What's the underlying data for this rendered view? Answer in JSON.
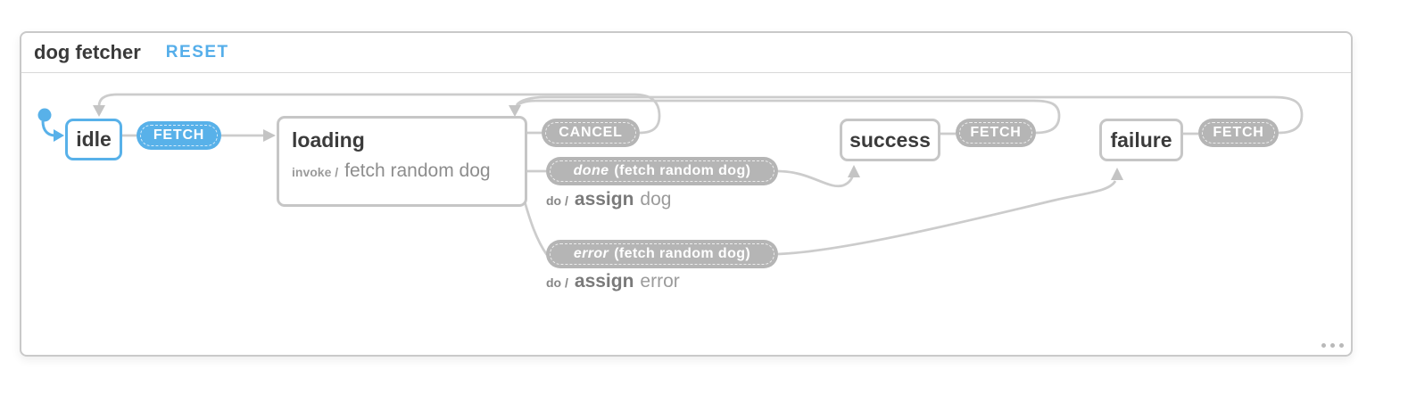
{
  "header": {
    "title": "dog fetcher",
    "reset_label": "RESET"
  },
  "states": {
    "idle": {
      "label": "idle",
      "active": true
    },
    "loading": {
      "label": "loading",
      "invoke_prefix": "invoke /",
      "invoke_service": "fetch random dog"
    },
    "success": {
      "label": "success"
    },
    "failure": {
      "label": "failure"
    }
  },
  "events": {
    "fetch_from_idle": {
      "label": "FETCH",
      "active": true
    },
    "cancel": {
      "label": "CANCEL"
    },
    "done": {
      "name": "done",
      "source": "(fetch random dog)"
    },
    "error": {
      "name": "error",
      "source": "(fetch random dog)"
    },
    "fetch_from_success": {
      "label": "FETCH"
    },
    "fetch_from_failure": {
      "label": "FETCH"
    }
  },
  "actions": {
    "done": {
      "prefix": "do /",
      "verb": "assign",
      "target": "dog"
    },
    "error": {
      "prefix": "do /",
      "verb": "assign",
      "target": "error"
    }
  },
  "colors": {
    "active_blue": "#58b1e9",
    "event_pill_gray": "#b5b5b5",
    "edge_gray": "#cccccc",
    "state_border_gray": "#c6c6c6",
    "title_text": "#3a3a3a",
    "muted_text": "#8d8d8d"
  },
  "overflow_menu": {
    "icon": "ellipsis"
  }
}
